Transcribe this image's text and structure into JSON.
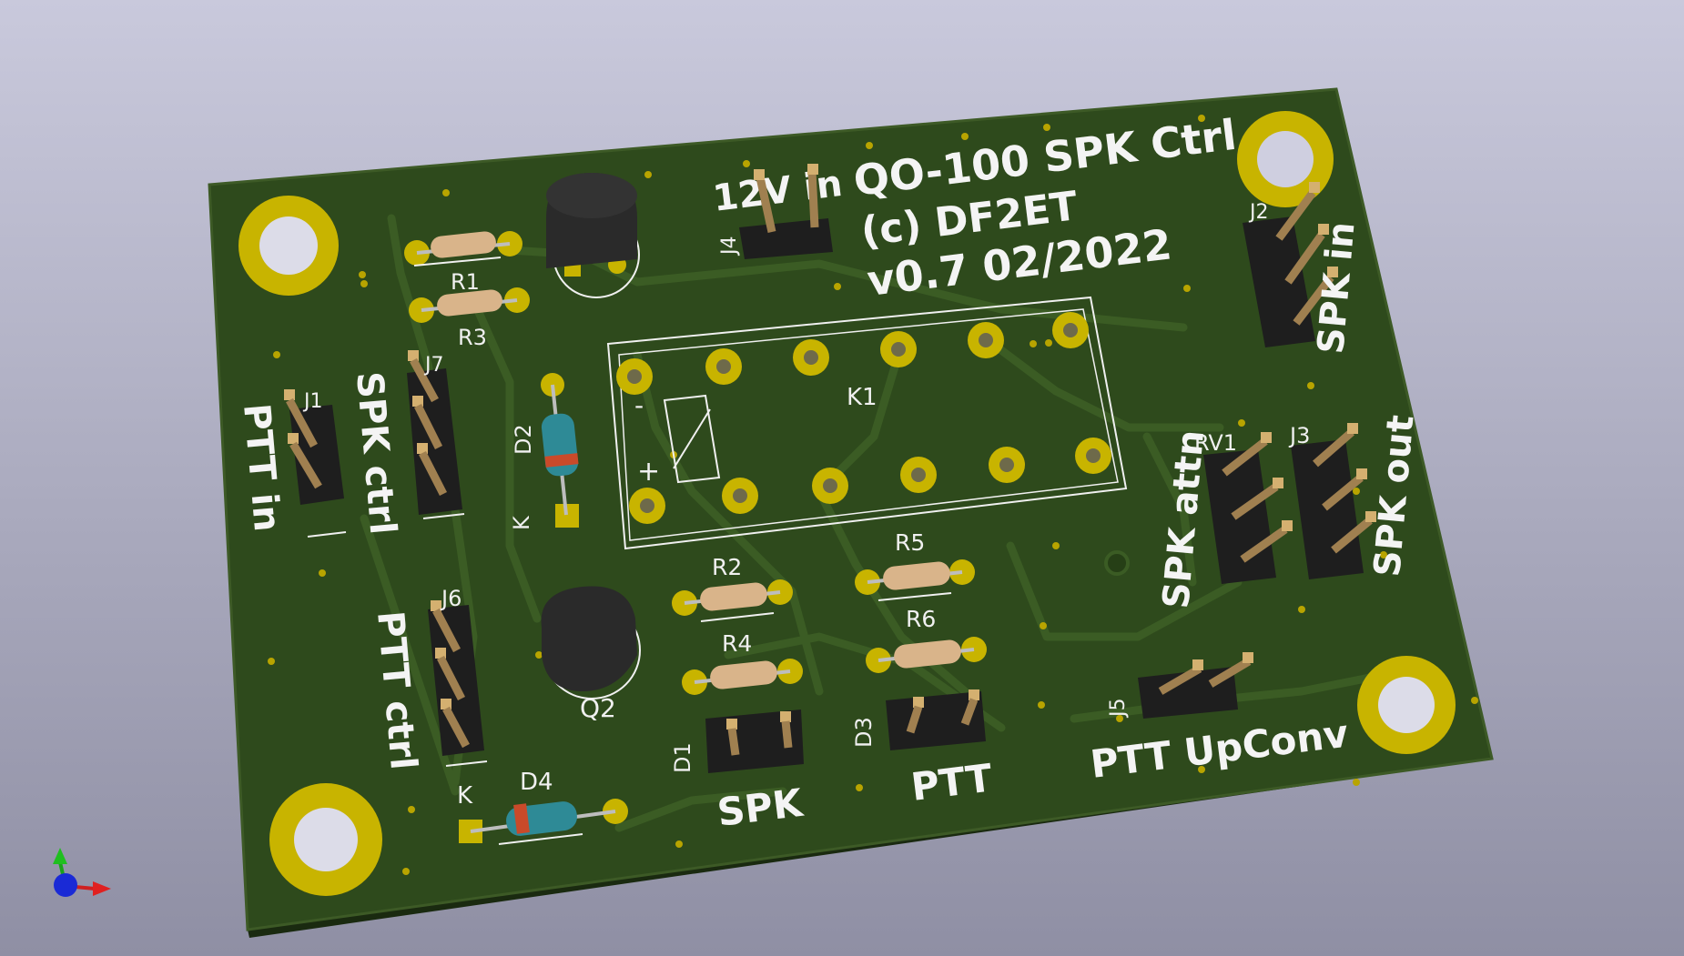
{
  "board": {
    "title": "QO-100 SPK Ctrl",
    "copyright": "(c) DF2ET",
    "version": "v0.7 02/2022",
    "power_label": "12V in"
  },
  "refs": {
    "r1": "R1",
    "r2": "R2",
    "r3": "R3",
    "r4": "R4",
    "r5": "R5",
    "r6": "R6",
    "d1": "D1",
    "d2": "D2",
    "d3": "D3",
    "d4": "D4",
    "q2": "Q2",
    "k1": "K1",
    "rv1": "RV1",
    "j1": "J1",
    "j2": "J2",
    "j3": "J3",
    "j4": "J4",
    "j5": "J5",
    "j6": "J6",
    "j7": "J7",
    "k_mark_d2": "K",
    "k_mark_d4": "K",
    "relay_minus": "-",
    "relay_plus": "+"
  },
  "labels": {
    "ptt_in": "PTT in",
    "spk_ctrl": "SPK ctrl",
    "ptt_ctrl": "PTT ctrl",
    "spk_in": "SPK in",
    "spk_out": "SPK out",
    "spk_attn": "SPK attn",
    "ptt_upconv": "PTT UpConv",
    "spk": "SPK",
    "ptt": "PTT"
  },
  "colors": {
    "background_top": "#c9c9dc",
    "background_bottom": "#8f8fa4",
    "pcb": "#2e4a1c",
    "pcb_edge": "#3d5a26",
    "copper_pad": "#c8b400",
    "silkscreen": "#f4f4f4",
    "resistor_body": "#d9b48a",
    "diode_body": "#2e8a96",
    "header_plastic": "#1e1e1e",
    "transistor_body": "#2a2a2a"
  },
  "axes_icon": {
    "x": "red",
    "y": "green",
    "z": "blue"
  }
}
